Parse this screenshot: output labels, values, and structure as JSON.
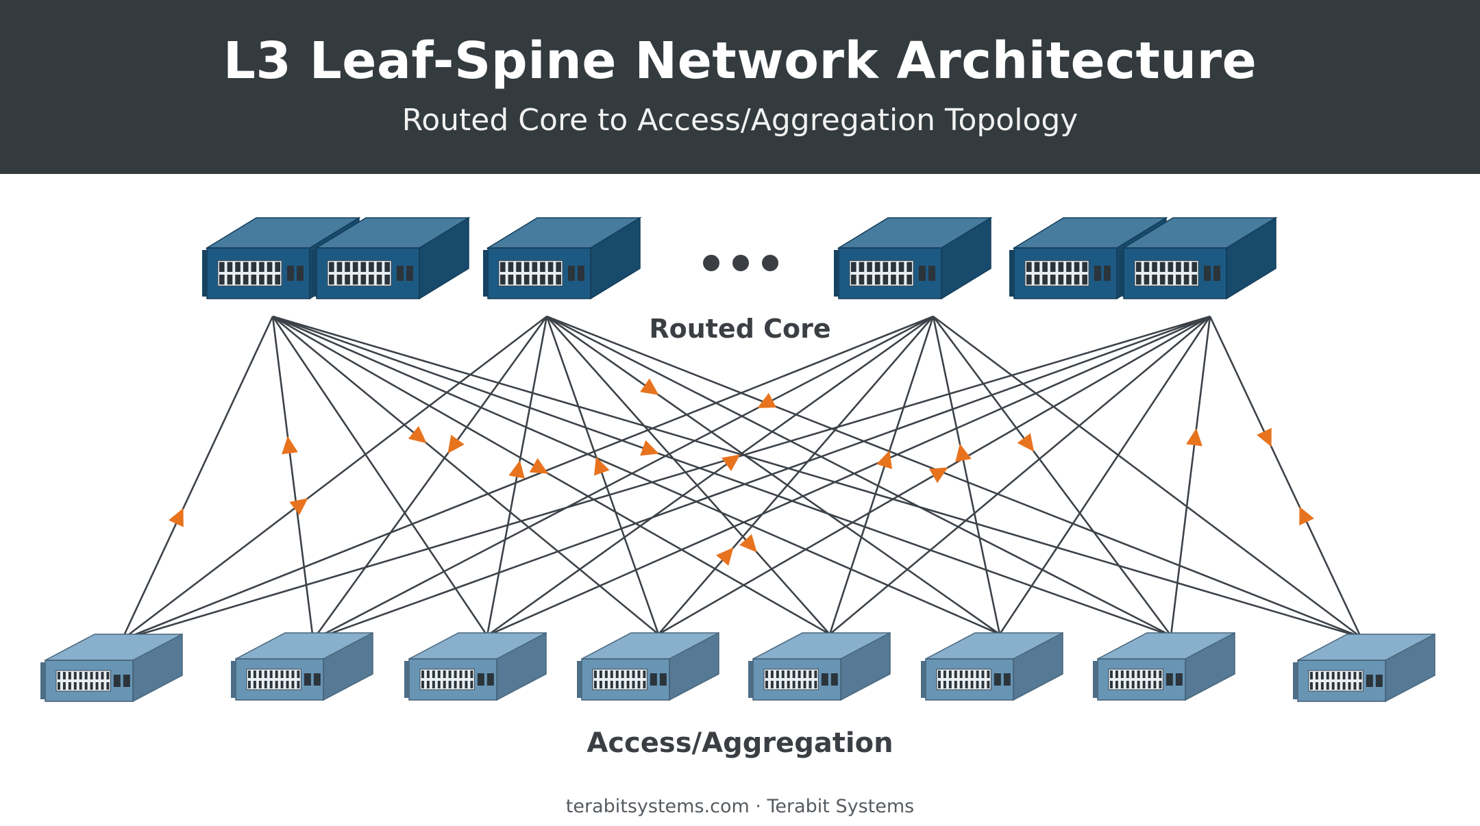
{
  "title": "L3 Leaf-Spine Network Architecture",
  "subtitle": "Routed Core to Access/Aggregation Topology",
  "core": {
    "label": "Routed Core",
    "switches": 6,
    "ellipsis": "•••"
  },
  "access": {
    "label": "Access/Aggregation",
    "switches": 8
  },
  "footer": "terabitsystems.com · Terabit Systems",
  "colors": {
    "header_bg": "#343b3f",
    "core_switch": "#1f5f8a",
    "access_switch": "#6e9dbf",
    "link": "#3c4248",
    "arrow": "#e8731e"
  }
}
